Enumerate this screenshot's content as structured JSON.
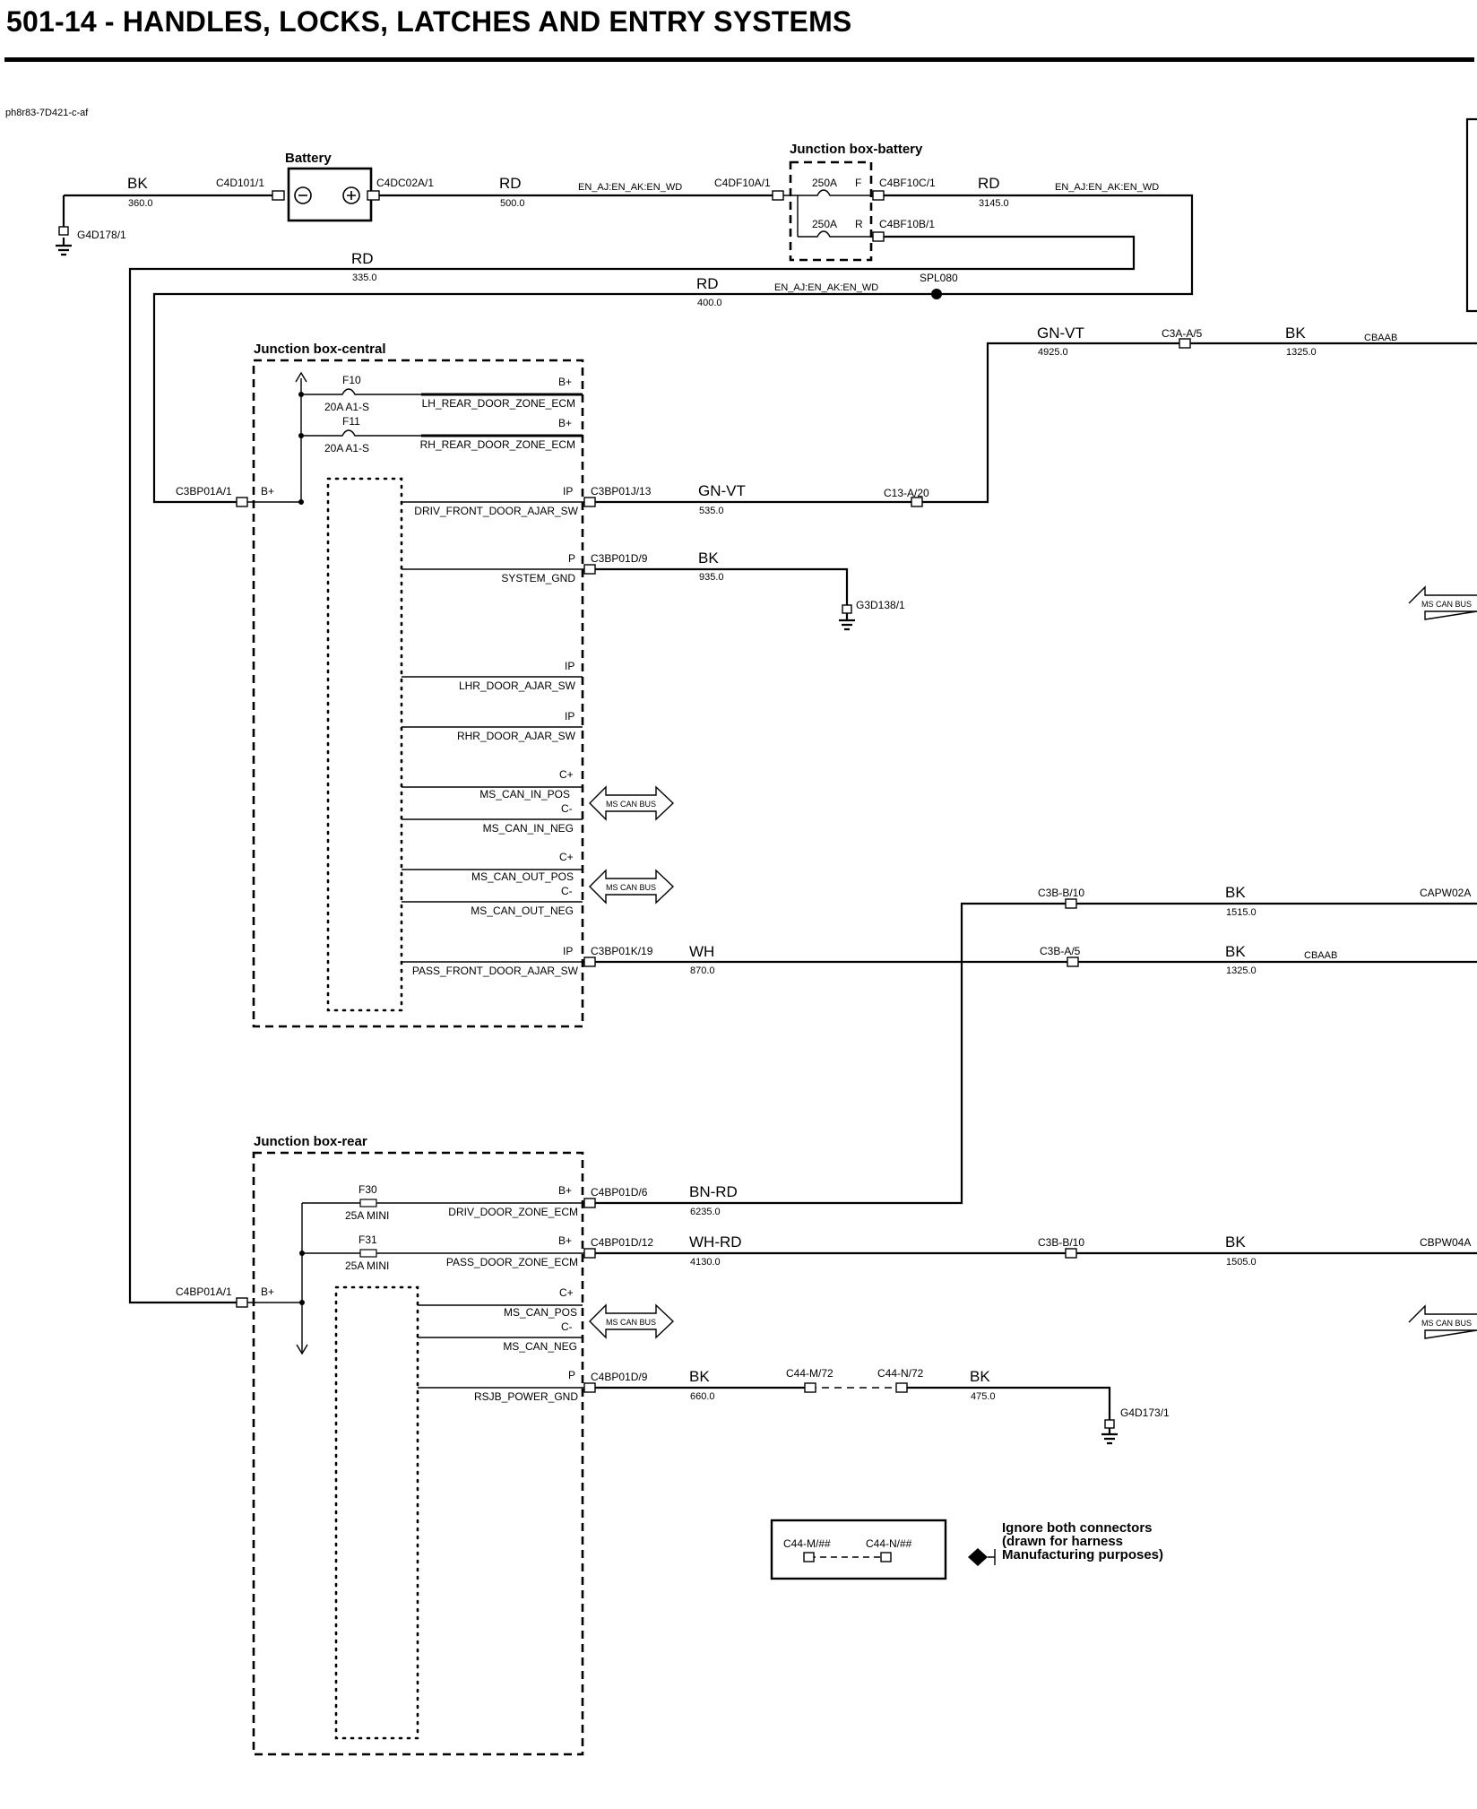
{
  "title": "501-14 - HANDLES, LOCKS, LATCHES AND ENTRY SYSTEMS",
  "ref": "ph8r83-7D421-c-af",
  "boxes": {
    "battery": "Battery",
    "jb_battery": "Junction box-battery",
    "jb_central": "Junction box-central",
    "jb_rear": "Junction box-rear"
  },
  "connectors": {
    "c4d101": "C4D101/1",
    "c4dc02a": "C4DC02A/1",
    "c4df10a": "C4DF10A/1",
    "c4bf10c": "C4BF10C/1",
    "c4bf10b": "C4BF10B/1",
    "c3bp01a": "C3BP01A/1",
    "c3bp01j": "C3BP01J/13",
    "c13a": "C13-A/20",
    "c3aa": "C3A-A/5",
    "c3bp01d": "C3BP01D/9",
    "c3bb10_top": "C3B-B/10",
    "c3ba5": "C3B-A/5",
    "c3bp01k": "C3BP01K/19",
    "c4bp01d6": "C4BP01D/6",
    "c4bp01d12": "C4BP01D/12",
    "c3bb10_bot": "C3B-B/10",
    "c4bp01a": "C4BP01A/1",
    "c4bp01d9": "C4BP01D/9",
    "c44m": "C44-M/72",
    "c44n": "C44-N/72",
    "capw02a": "CAPW02A",
    "cbpw04a": "CBPW04A",
    "legend_m": "C44-M/##",
    "legend_n": "C44-N/##"
  },
  "grounds": {
    "g4d178": "G4D178/1",
    "g3d138": "G3D138/1",
    "g4d173": "G4D173/1"
  },
  "splice": "SPL080",
  "wires": {
    "w1": {
      "color": "BK",
      "size": "360.0"
    },
    "w2": {
      "color": "RD",
      "size": "500.0",
      "circuit": "EN_AJ:EN_AK:EN_WD"
    },
    "w3": {
      "color": "RD",
      "size": "3145.0",
      "circuit": "EN_AJ:EN_AK:EN_WD"
    },
    "w4": {
      "color": "RD",
      "size": "335.0"
    },
    "w5": {
      "color": "RD",
      "size": "400.0",
      "circuit": "EN_AJ:EN_AK:EN_WD"
    },
    "w6": {
      "color": "GN-VT",
      "size": "4925.0"
    },
    "w7": {
      "color": "BK",
      "size": "1325.0",
      "circuit": "CBAAB"
    },
    "w8": {
      "color": "GN-VT",
      "size": "535.0"
    },
    "w9": {
      "color": "BK",
      "size": "935.0"
    },
    "w10": {
      "color": "BK",
      "size": "1515.0"
    },
    "w11": {
      "color": "WH",
      "size": "870.0"
    },
    "w12": {
      "color": "BK",
      "size": "1325.0",
      "circuit": "CBAAB"
    },
    "w13": {
      "color": "BN-RD",
      "size": "6235.0"
    },
    "w14": {
      "color": "WH-RD",
      "size": "4130.0"
    },
    "w15": {
      "color": "BK",
      "size": "1505.0"
    },
    "w16": {
      "color": "BK",
      "size": "660.0"
    },
    "w17": {
      "color": "BK",
      "size": "475.0"
    }
  },
  "fuses": {
    "jbb_top": {
      "rating": "250A",
      "pin": "F"
    },
    "jbb_bot": {
      "rating": "250A",
      "pin": "R"
    },
    "f10": {
      "name": "F10",
      "rating": "20A  A1-S"
    },
    "f11": {
      "name": "F11",
      "rating": "20A  A1-S"
    },
    "f30": {
      "name": "F30",
      "rating": "25A MINI"
    },
    "f31": {
      "name": "F31",
      "rating": "25A MINI"
    }
  },
  "central_pins": [
    {
      "type": "B+",
      "signal": "LH_REAR_DOOR_ZONE_ECM"
    },
    {
      "type": "B+",
      "signal": "RH_REAR_DOOR_ZONE_ECM"
    },
    {
      "type": "IP",
      "signal": "DRIV_FRONT_DOOR_AJAR_SW"
    },
    {
      "type": "P",
      "signal": "SYSTEM_GND"
    },
    {
      "type": "IP",
      "signal": "LHR_DOOR_AJAR_SW"
    },
    {
      "type": "IP",
      "signal": "RHR_DOOR_AJAR_SW"
    },
    {
      "type": "C+",
      "signal": "MS_CAN_IN_POS"
    },
    {
      "type": "C-",
      "signal": "MS_CAN_IN_NEG"
    },
    {
      "type": "C+",
      "signal": "MS_CAN_OUT_POS"
    },
    {
      "type": "C-",
      "signal": "MS_CAN_OUT_NEG"
    },
    {
      "type": "IP",
      "signal": "PASS_FRONT_DOOR_AJAR_SW"
    }
  ],
  "rear_pins": [
    {
      "type": "B+",
      "signal": "DRIV_DOOR_ZONE_ECM"
    },
    {
      "type": "B+",
      "signal": "PASS_DOOR_ZONE_ECM"
    },
    {
      "type": "C+",
      "signal": "MS_CAN_POS"
    },
    {
      "type": "C-",
      "signal": "MS_CAN_NEG"
    },
    {
      "type": "P",
      "signal": "RSJB_POWER_GND"
    }
  ],
  "feed_pin": "B+",
  "can_bus": "MS CAN BUS",
  "note": {
    "line1": "Ignore both connectors",
    "line2": "(drawn for harness",
    "line3": "Manufacturing purposes)"
  }
}
